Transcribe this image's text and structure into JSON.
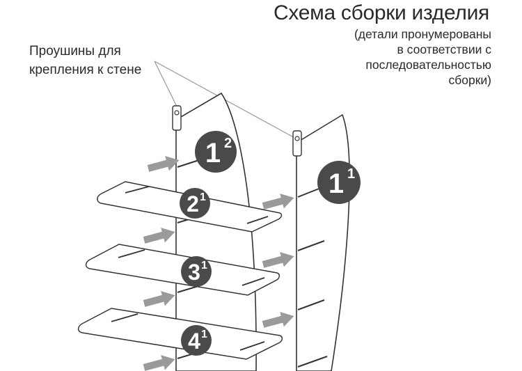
{
  "title": "Схема сборки изделия",
  "subtitle_lines": [
    "(детали пронумерованы",
    "в соответствии с",
    "последовательностью",
    "сборки)"
  ],
  "callout_lines": [
    "Проушины для",
    "крепления к стене"
  ],
  "part_labels": [
    {
      "id": "1-2",
      "main": "1",
      "sup": "2"
    },
    {
      "id": "1-1",
      "main": "1",
      "sup": "1"
    },
    {
      "id": "2-1",
      "main": "2",
      "sup": "1"
    },
    {
      "id": "3-1",
      "main": "3",
      "sup": "1"
    },
    {
      "id": "4-1",
      "main": "4",
      "sup": "1"
    }
  ],
  "colors": {
    "badge": "#4a4a4a",
    "arrow": "#9a9a9a",
    "line": "#333333",
    "leader": "#999999"
  }
}
